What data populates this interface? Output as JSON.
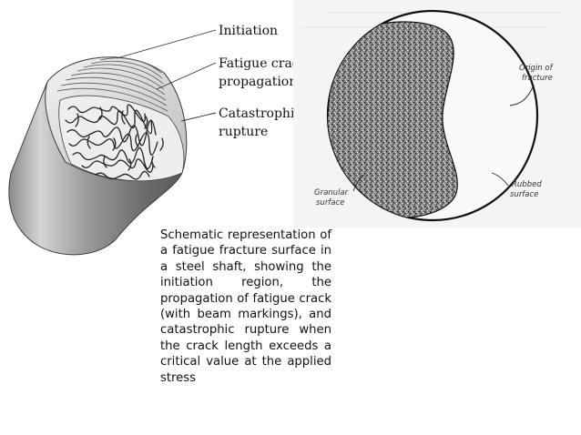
{
  "left_figure": {
    "labels": {
      "initiation": "Initiation",
      "fatigue_line1": "Fatigue crack",
      "fatigue_line2": "propagation",
      "catastrophic_line1": "Catastrophic",
      "catastrophic_line2": "rupture"
    }
  },
  "right_figure": {
    "labels": {
      "origin_line1": "Origin of",
      "origin_line2": "fracture",
      "granular_line1": "Granular",
      "granular_line2": "surface",
      "rubbed_line1": "Rubbed",
      "rubbed_line2": "surface"
    }
  },
  "caption": "Schematic representation of a fatigue fracture surface in a steel shaft, showing the initiation region, the propagation of fatigue crack (with beam markings), and catastrophic rupture when the crack length exceeds a critical value at the applied stress"
}
